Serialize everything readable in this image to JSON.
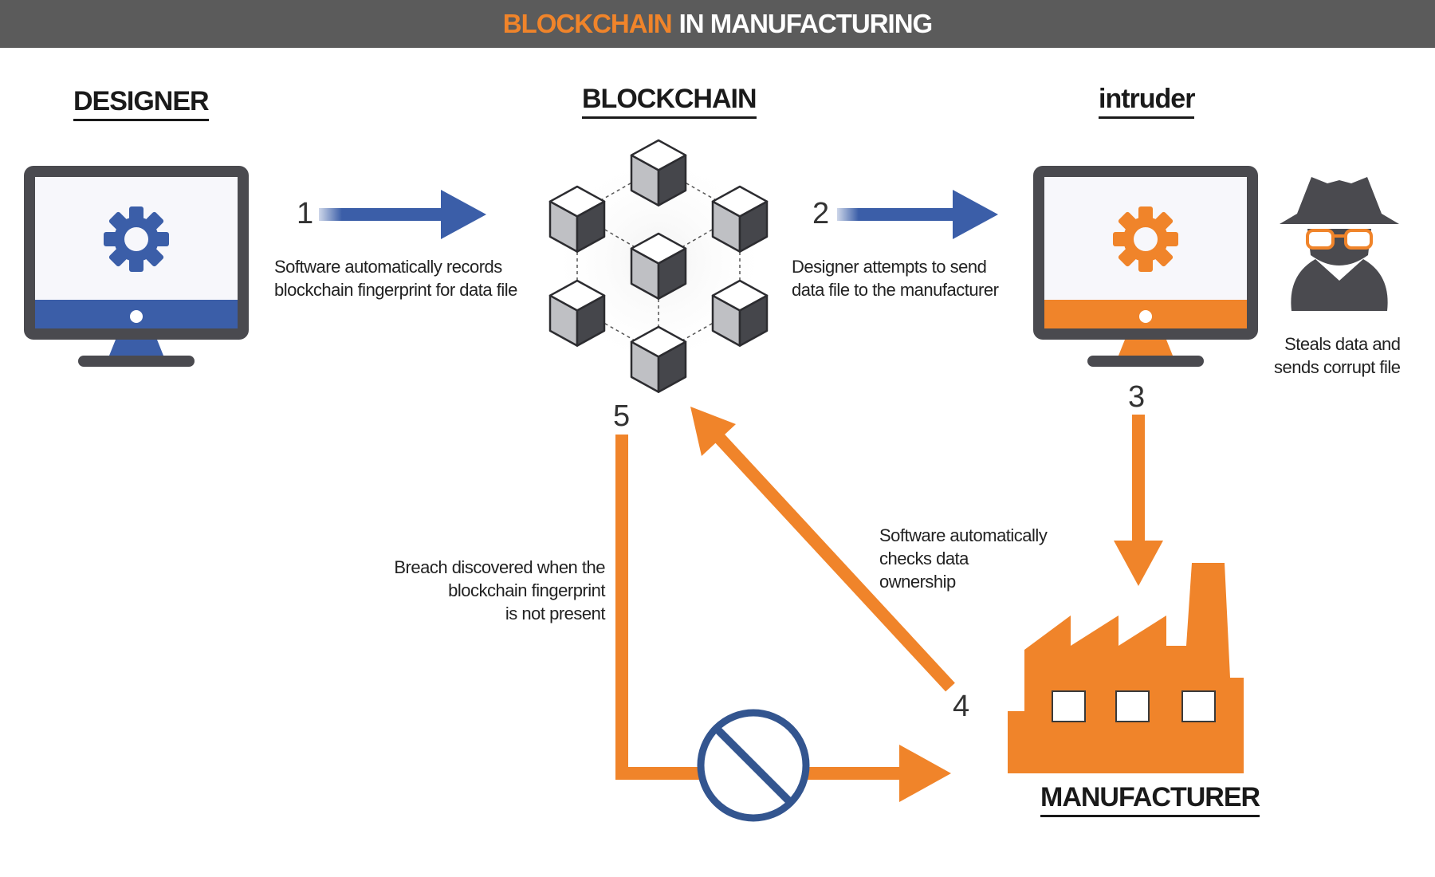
{
  "title": {
    "highlight": "BLOCKCHAIN",
    "rest": "IN MANUFACTURING"
  },
  "headings": {
    "designer": "DESIGNER",
    "blockchain": "BLOCKCHAIN",
    "intruder": "intruder",
    "manufacturer": "MANUFACTURER"
  },
  "steps": {
    "s1": {
      "number": "1",
      "lines": [
        "Software automatically records",
        "blockchain fingerprint for data file"
      ]
    },
    "s2": {
      "number": "2",
      "lines": [
        "Designer attempts to send",
        "data file to the manufacturer"
      ]
    },
    "s3": {
      "number": "3"
    },
    "s4": {
      "number": "4",
      "lines": [
        "Software automatically",
        "checks data",
        "ownership"
      ]
    },
    "s5": {
      "number": "5",
      "lines": [
        "Breach discovered when the",
        "blockchain fingerprint",
        "is not present"
      ]
    }
  },
  "intruder_caption": [
    "Steals data and",
    "sends corrupt file"
  ],
  "colors": {
    "blue": "#3b5ea8",
    "orange": "#f0842a",
    "dark": "#4a4a4f",
    "banner": "#5b5b5b",
    "cube_top": "#ffffff",
    "cube_left": "#bfc0c4",
    "cube_right": "#45464b"
  },
  "icons": {
    "designer_monitor": "monitor-gear-icon",
    "intruder_monitor": "monitor-gear-icon",
    "spy": "spy-icon",
    "blockchain": "blockchain-cubes-icon",
    "factory": "factory-icon",
    "blocked": "prohibited-icon"
  }
}
